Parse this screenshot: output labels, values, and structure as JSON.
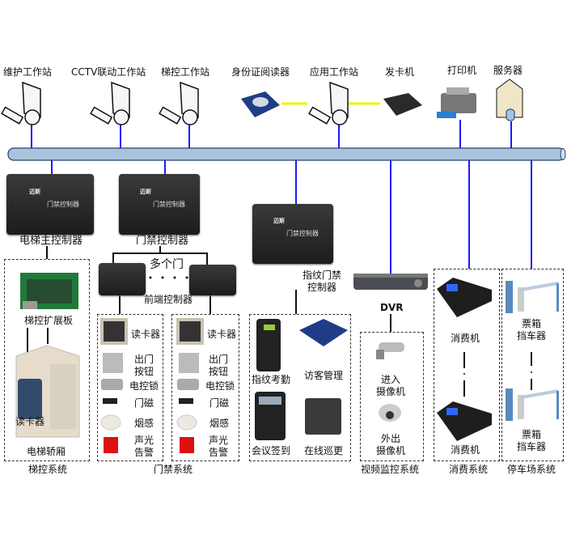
{
  "top_nodes": {
    "maintenance_workstation": "维护工作站",
    "cctv_workstation": "CCTV联动工作站",
    "elevator_workstation": "梯控工作站",
    "id_card_reader": "身份证阅读器",
    "application_workstation": "应用工作站",
    "card_issuer": "发卡机",
    "printer": "打印机",
    "server": "服务器"
  },
  "controllers": {
    "elevator_main": "电梯主控制器",
    "access": "门禁控制器",
    "fingerprint": "指纹门禁控制器",
    "fingerprint_line1": "指纹门禁",
    "fingerprint_line2": "控制器",
    "multi_door": "多个门",
    "front_end": "前端控制器",
    "device_logo": "迈斯",
    "device_text": "门禁控制器",
    "dvr": "DVR"
  },
  "elevator_system": {
    "expansion_board": "梯控扩展板",
    "card_reader": "读卡器",
    "cabin": "电梯轿厢",
    "title": "梯控系统"
  },
  "access_system": {
    "items": [
      "读卡器",
      "出门\n按钮",
      "电控锁",
      "门磁",
      "烟感",
      "声光\n告警"
    ],
    "item_lines": [
      [
        "读卡器"
      ],
      [
        "出门",
        "按钮"
      ],
      [
        "电控锁"
      ],
      [
        "门磁"
      ],
      [
        "烟感"
      ],
      [
        "声光",
        "告警"
      ]
    ],
    "title": "门禁系统"
  },
  "fingerprint_system": {
    "attendance": "指纹考勤",
    "visitor": "访客管理",
    "meeting": "会议签到",
    "patrol": "在线巡更"
  },
  "video_system": {
    "in_cam": [
      "进入",
      "摄像机"
    ],
    "out_cam": [
      "外出",
      "摄像机"
    ],
    "title": "视频监控系统"
  },
  "consumption_system": {
    "machine": "消费机",
    "title": "消费系统"
  },
  "parking_system": {
    "barrier": [
      "票箱",
      "挡车器"
    ],
    "title": "停车场系统"
  },
  "colors": {
    "bus": "#a9c3dc",
    "bus_border": "#2b3f70",
    "link": "#1a1aff",
    "serial": "#f2f200"
  }
}
